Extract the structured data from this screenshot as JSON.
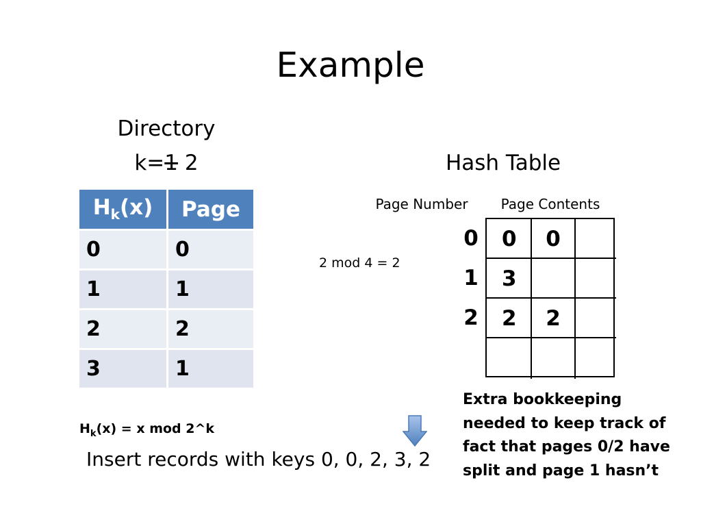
{
  "title": "Example",
  "directory": {
    "label": "Directory",
    "k_prefix": "k=",
    "k_old": "1",
    "k_new": "2",
    "columns": {
      "hk_main": "H",
      "hk_sub": "k",
      "hk_arg": "(x)",
      "page": "Page"
    },
    "rows": [
      {
        "hk": "0",
        "page": "0"
      },
      {
        "hk": "1",
        "page": "1"
      },
      {
        "hk": "2",
        "page": "2"
      },
      {
        "hk": "3",
        "page": "1"
      }
    ]
  },
  "hash_table": {
    "label": "Hash Table",
    "page_number_label": "Page Number",
    "page_contents_label": "Page Contents",
    "page_numbers": [
      "0",
      "1",
      "2"
    ],
    "cells": [
      [
        "0",
        "0",
        ""
      ],
      [
        "3",
        "",
        ""
      ],
      [
        "2",
        "2",
        ""
      ],
      [
        "",
        "",
        ""
      ]
    ]
  },
  "mod_label": "2 mod 4 = 2",
  "note": "Extra bookkeeping needed to keep track of fact that pages 0/2 have split and page 1 hasn’t",
  "formula": {
    "main": "H",
    "sub": "k",
    "rest": "(x) = x mod 2^k"
  },
  "insert_text": "Insert records with keys 0, 0, 2, 3, 2",
  "colors": {
    "header_blue": "#4f81bd",
    "arrow_blue": "#4f81bd"
  },
  "icons": {
    "arrow": "arrow-down-icon"
  }
}
